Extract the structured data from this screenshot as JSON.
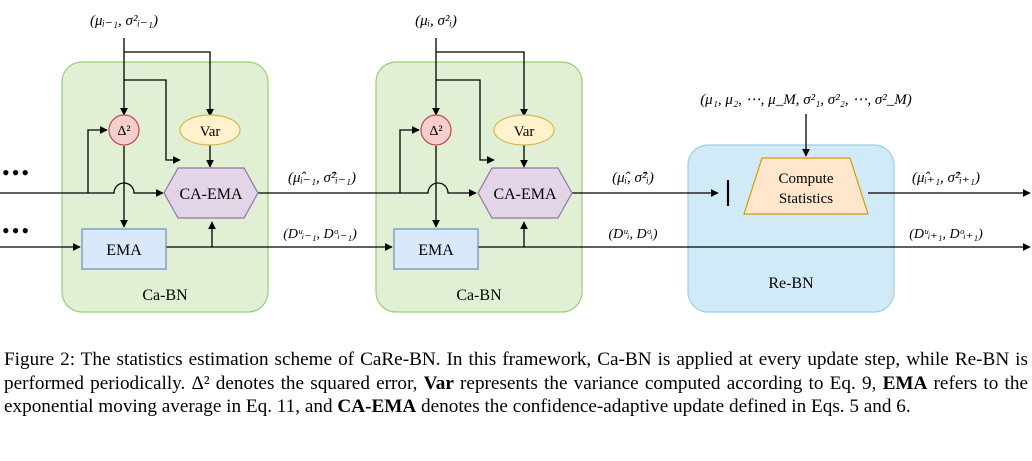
{
  "diagram": {
    "dots": "•••",
    "block1": {
      "label": "Ca-BN",
      "input_stats": "(μᵢ₋₁, σ²ᵢ₋₁)",
      "delta": "Δ²",
      "var": "Var",
      "caema": "CA-EMA",
      "ema": "EMA",
      "out_stats": "(μ̂ᵢ₋₁, σ̂²ᵢ₋₁)",
      "out_d": "(Dᵘᵢ₋₁, Dᵒᵢ₋₁)"
    },
    "block2": {
      "label": "Ca-BN",
      "input_stats": "(μᵢ, σ²ᵢ)",
      "delta": "Δ²",
      "var": "Var",
      "caema": "CA-EMA",
      "ema": "EMA",
      "out_stats": "(μ̂ᵢ, σ̂²ᵢ)",
      "out_d": "(Dᵘᵢ, Dᵒᵢ)"
    },
    "rebn": {
      "label": "Re-BN",
      "input_stats": "(μ₁, μ₂, ⋯, μ_M, σ²₁, σ²₂, ⋯, σ²_M)",
      "compute_line1": "Compute",
      "compute_line2": "Statistics",
      "out_stats": "(μ̂ᵢ₊₁, σ̂²ᵢ₊₁)",
      "out_d": "(Dᵘᵢ₊₁, Dᵒᵢ₊₁)"
    },
    "colors": {
      "cabn_fill": "#e1efd5",
      "cabn_stroke": "#97d077",
      "rebn_fill": "#d0ebf7",
      "rebn_stroke": "#a1cce8",
      "delta_fill": "#f8cecc",
      "delta_stroke": "#c04a47",
      "var_fill": "#fff2cc",
      "var_stroke": "#d6b656",
      "caema_fill": "#e1d5e7",
      "caema_stroke": "#9673a6",
      "ema_fill": "#dae8fc",
      "ema_stroke": "#6c8ebf",
      "compute_fill": "#ffe6cc",
      "compute_stroke": "#d79b00"
    }
  },
  "caption": {
    "prefix": "Figure 2:",
    "part1": " The statistics estimation scheme of CaRe-BN. In this framework, Ca-BN is applied at every update step, while Re-BN is performed periodically. ",
    "delta": "Δ²",
    "part2": " denotes the squared error, ",
    "var_bold": "Var",
    "part3": " represents the variance computed according to Eq. 9, ",
    "ema_bold": "EMA",
    "part4": " refers to the exponential moving average in Eq. 11, and ",
    "caema_bold": "CA-EMA",
    "part5": " denotes the confidence-adaptive update defined in Eqs. 5 and 6."
  }
}
